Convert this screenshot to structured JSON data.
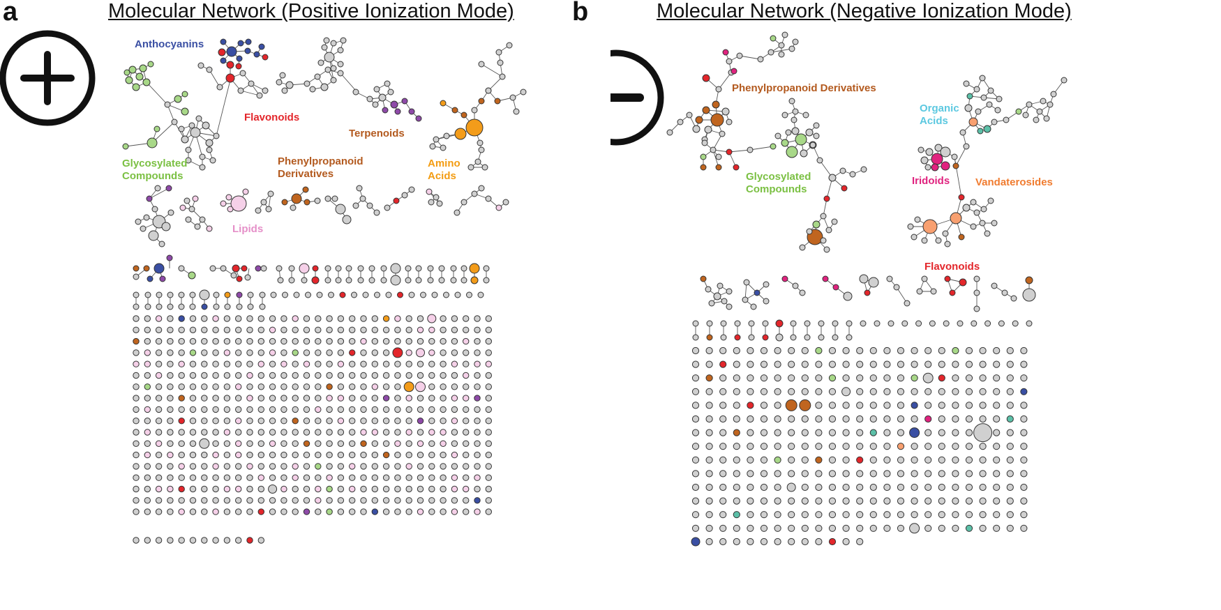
{
  "panel_a": {
    "letter": "a",
    "title": "Molecular Network (Positive Ionization Mode)",
    "mode_symbol": "plus-icon",
    "labels": [
      {
        "id": "anthocyanins",
        "lines": [
          "Anthocyanins"
        ],
        "color": "#3a4fa3"
      },
      {
        "id": "flavonoids",
        "lines": [
          "Flavonoids"
        ],
        "color": "#e3262b"
      },
      {
        "id": "terpenoids",
        "lines": [
          "Terpenoids"
        ],
        "color": "#b35a1f"
      },
      {
        "id": "glycosylated",
        "lines": [
          "Glycosylated",
          "Compounds"
        ],
        "color": "#7bc043"
      },
      {
        "id": "phenylpropanoid",
        "lines": [
          "Phenylpropanoid",
          "Derivatives"
        ],
        "color": "#b35a1f"
      },
      {
        "id": "amino-acids",
        "lines": [
          "Amino",
          "Acids"
        ],
        "color": "#f39c12"
      },
      {
        "id": "lipids",
        "lines": [
          "Lipids"
        ],
        "color": "#e58fc8"
      }
    ]
  },
  "panel_b": {
    "letter": "b",
    "title": "Molecular Network (Negative Ionization Mode)",
    "mode_symbol": "minus-icon",
    "labels": [
      {
        "id": "phenylpropanoid",
        "lines": [
          "Phenylpropanoid Derivatives"
        ],
        "color": "#b35a1f"
      },
      {
        "id": "organic-acids",
        "lines": [
          "Organic",
          "Acids"
        ],
        "color": "#5bc8e0"
      },
      {
        "id": "glycosylated",
        "lines": [
          "Glycosylated",
          "Compounds"
        ],
        "color": "#7bc043"
      },
      {
        "id": "iridoids",
        "lines": [
          "Iridoids"
        ],
        "color": "#e0237f"
      },
      {
        "id": "vandaterosides",
        "lines": [
          "Vandaterosides"
        ],
        "color": "#f07c30"
      },
      {
        "id": "flavonoids",
        "lines": [
          "Flavonoids"
        ],
        "color": "#e3262b"
      }
    ]
  },
  "colors": {
    "node_default": "#d0d0d0",
    "node_stroke": "#333333",
    "edge": "#555555",
    "anthocyanins": "#3a4fa3",
    "flavonoids": "#e3262b",
    "terpenoids": "#8e4aa8",
    "glycosylated": "#a8d888",
    "phenylpropanoid": "#c0651f",
    "amino_acids": "#f39c1a",
    "lipids": "#f5d0e8",
    "organic_acids": "#5cc0a8",
    "iridoids": "#e0237f",
    "vandaterosides": "#f8a070"
  }
}
